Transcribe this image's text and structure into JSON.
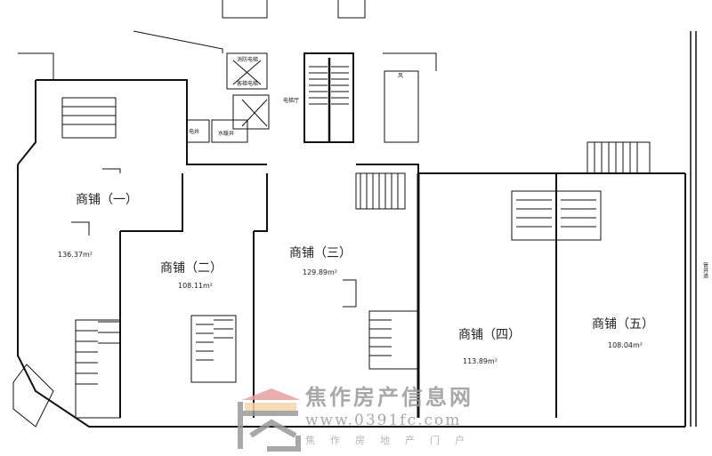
{
  "rooms": [
    {
      "name": "商铺（一）",
      "area": "136.37m²"
    },
    {
      "name": "商铺（二）",
      "area": "108.11m²"
    },
    {
      "name": "商铺（三）",
      "area": "129.89m²"
    },
    {
      "name": "商铺（四）",
      "area": "113.89m²"
    },
    {
      "name": "商铺（五）",
      "area": "108.04m²"
    }
  ],
  "service_labels": {
    "fire_elevator": "消防电梯",
    "passenger_elevator": "客梯电梯",
    "elevator_hall": "电梯厅",
    "electric_shaft": "电井",
    "plumbing_shaft": "水暖井",
    "wind": "风",
    "pipe_shaft": "管井道"
  },
  "watermark": {
    "title": "焦作房产信息网",
    "url": "www.0391fc.com",
    "subtitle": "焦作房地产门户",
    "logo_colors": {
      "roof": "#e8a0a0",
      "band": "#f5d6a8",
      "body": "#999999"
    }
  }
}
